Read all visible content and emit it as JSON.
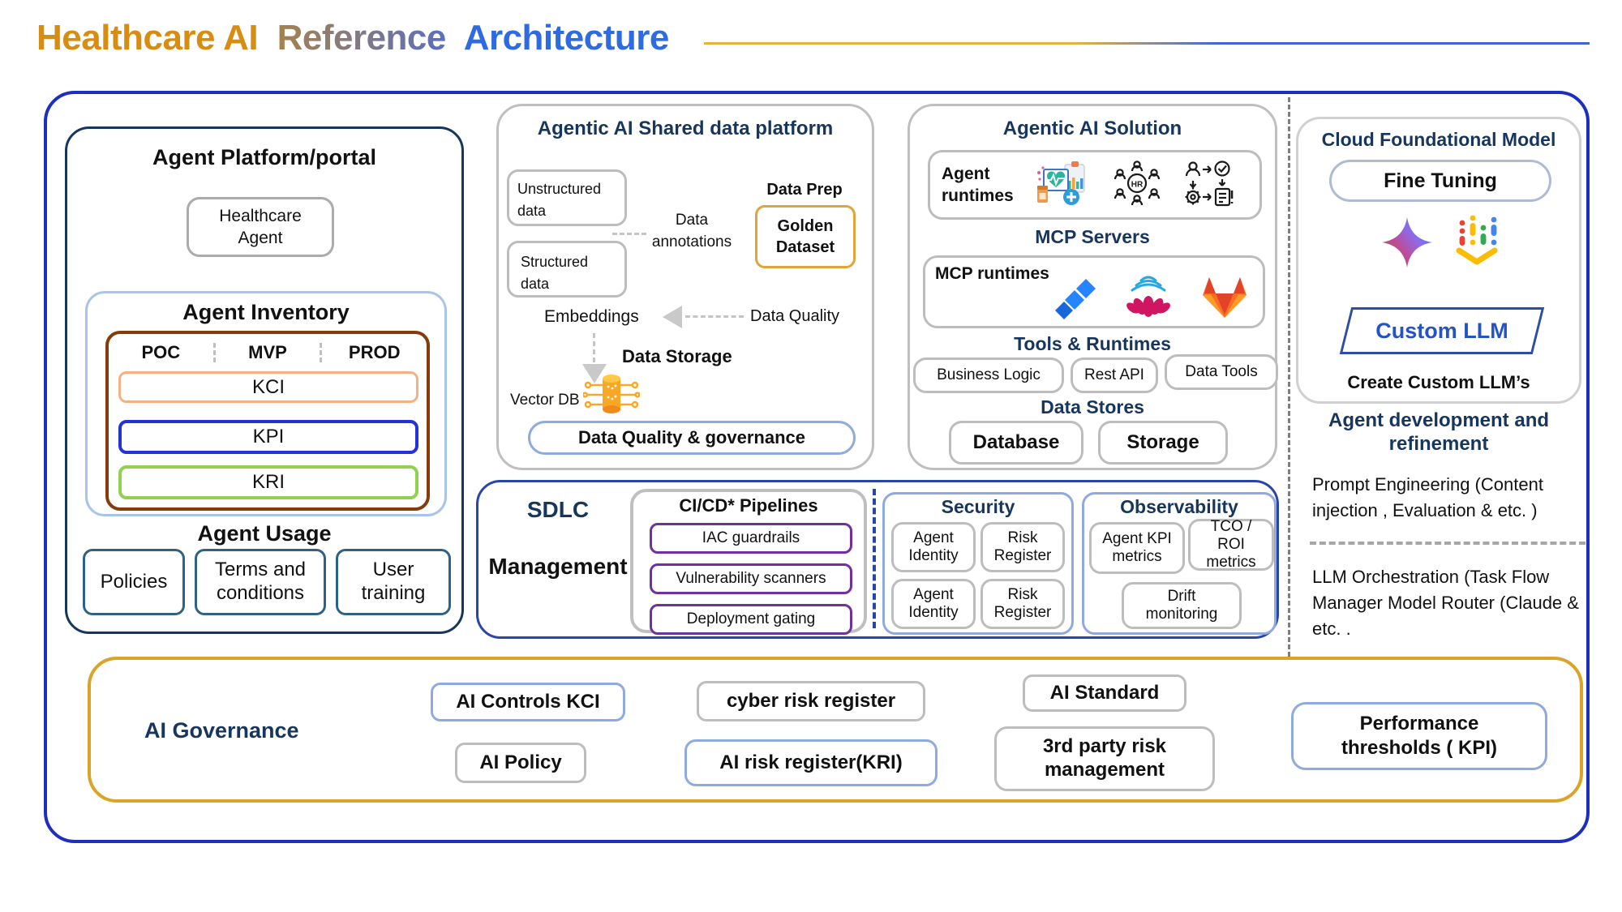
{
  "title": {
    "orange": "Healthcare AI",
    "mid": "Reference",
    "blue": "Architecture"
  },
  "agent_platform": {
    "title": "Agent Platform/portal",
    "healthcare_agent": "Healthcare Agent",
    "inventory": {
      "title": "Agent Inventory",
      "stages": [
        "POC",
        "MVP",
        "PROD"
      ],
      "rows": [
        "KCI",
        "KPI",
        "KRI"
      ]
    },
    "usage": {
      "title": "Agent Usage",
      "items": [
        "Policies",
        "Terms and conditions",
        "User training"
      ]
    }
  },
  "shared_data_platform": {
    "title": "Agentic AI Shared data platform",
    "unstructured": "Unstructured data",
    "structured": "Structured data",
    "data_annotations": "Data annotations",
    "data_prep": "Data Prep",
    "golden_dataset": "Golden Dataset",
    "embeddings": "Embeddings",
    "data_quality": "Data Quality",
    "data_storage": "Data Storage",
    "vector_db": "Vector DB",
    "governance_pill": "Data Quality & governance"
  },
  "agentic_solution": {
    "title": "Agentic AI Solution",
    "agent_runtimes": "Agent runtimes",
    "mcp_servers": "MCP Servers",
    "mcp_runtimes": "MCP runtimes",
    "tools_title": "Tools & Runtimes",
    "tools": [
      "Business Logic",
      "Rest API",
      "Data Tools"
    ],
    "stores_title": "Data Stores",
    "stores": [
      "Database",
      "Storage"
    ]
  },
  "cloud_model": {
    "title": "Cloud Foundational Model",
    "fine_tuning": "Fine Tuning",
    "custom_llm": "Custom LLM",
    "create_custom": "Create Custom LLM’s",
    "dev_refinement": "Agent development and refinement",
    "prompt_engineering": "Prompt Engineering (Content injection , Evaluation & etc. )",
    "llm_orchestration": "LLM Orchestration (Task Flow Manager Model Router (Claude & etc. ."
  },
  "sdlc": {
    "line1": "SDLC",
    "line2": "Management",
    "cicd": {
      "title": "CI/CD* Pipelines",
      "items": [
        "IAC guardrails",
        "Vulnerability scanners",
        "Deployment gating"
      ]
    },
    "security": {
      "title": "Security",
      "items": [
        "Agent Identity",
        "Risk Register",
        "Agent Identity",
        "Risk Register"
      ]
    },
    "observability": {
      "title": "Observability",
      "items": [
        "Agent KPI metrics",
        "TCO / ROI metrics",
        "Drift monitoring"
      ]
    }
  },
  "governance": {
    "title": "AI Governance",
    "controls_kci": "AI Controls KCI",
    "ai_policy": "AI Policy",
    "cyber_risk": "cyber risk register",
    "ai_risk": "AI risk register(KRI)",
    "ai_standard": "AI Standard",
    "third_party": "3rd party risk management",
    "performance": "Performance thresholds ( KPI)"
  },
  "icons": {
    "agent_runtimes": [
      "healthcare-monitoring-icon",
      "hr-network-icon",
      "workflow-automation-icon"
    ],
    "mcp_runtimes": [
      "jira-icon",
      "lotus-icon",
      "gitlab-icon"
    ],
    "cloud": [
      "gemini-icon",
      "model-garden-icon"
    ],
    "vector_db": "vector-db-icon"
  },
  "colors": {
    "title_orange": "#D78C12",
    "title_blue": "#2E6BE2",
    "outer_border": "#1C2FBE",
    "panel_navy": "#17365D",
    "light_blue_border": "#8FAADC",
    "gray_border": "#BDBDBD",
    "brown_border": "#843C0C",
    "kci_border": "#F4B183",
    "kpi_border": "#2433D6",
    "kri_border": "#92D050",
    "purple_border": "#7030A0",
    "governance_gold": "#D9A427",
    "sdlc_blue": "#2946A6",
    "golden_dataset_border": "#E3A33C"
  }
}
